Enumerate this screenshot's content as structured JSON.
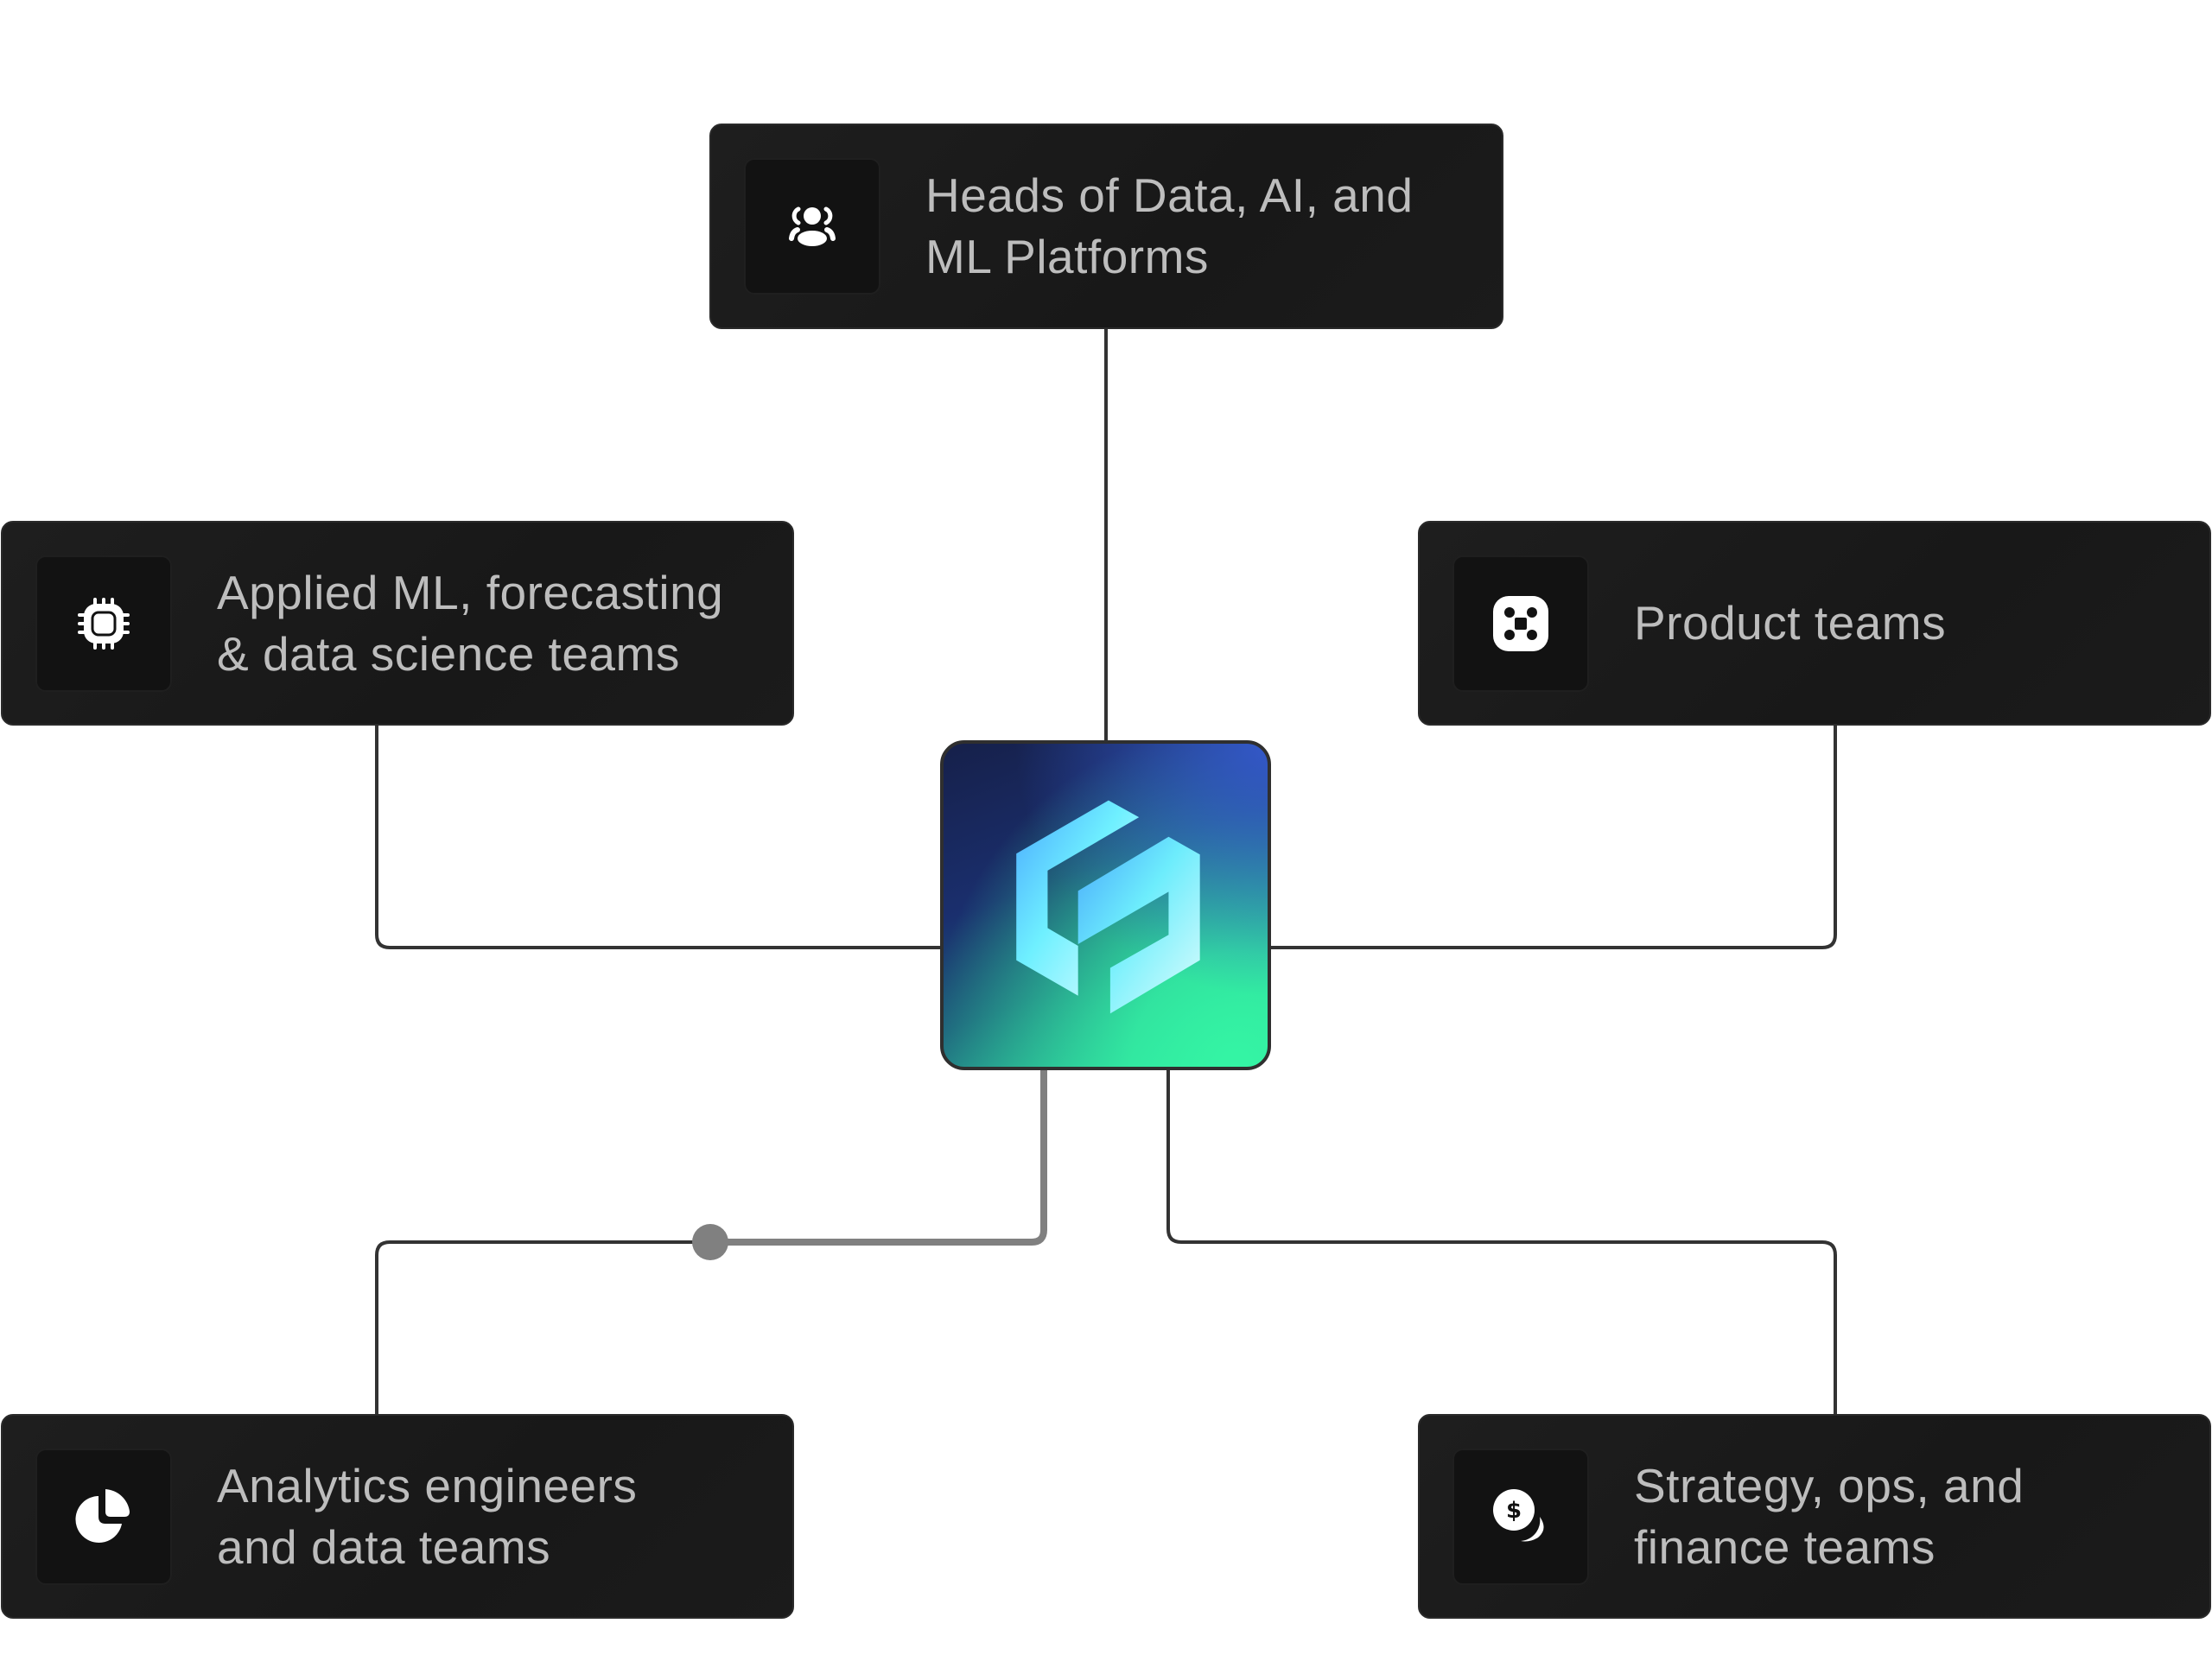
{
  "diagram": {
    "hub": {
      "name": "Platform logo",
      "colors": {
        "top_right": "#3358c8",
        "top_left": "#16204a",
        "bottom_right": "#34f5a4",
        "mark_light": "#d8fbff",
        "mark_mid": "#6ff0ff",
        "mark_blue": "#4aa8ff"
      }
    },
    "nodes": [
      {
        "id": "top",
        "label": "Heads of Data, AI, and\nML Platforms",
        "icon": "users-group-icon"
      },
      {
        "id": "left",
        "label": "Applied ML, forecasting\n& data science teams",
        "icon": "cpu-chip-icon"
      },
      {
        "id": "right",
        "label": "Product teams",
        "icon": "dice-grid-icon"
      },
      {
        "id": "bottom-left",
        "label": "Analytics engineers\nand data teams",
        "icon": "pie-chart-icon"
      },
      {
        "id": "bottom-right",
        "label": "Strategy, ops, and\nfinance teams",
        "icon": "coins-dollar-icon"
      }
    ],
    "connectors": [
      {
        "from": "hub",
        "to": "top",
        "highlighted": false
      },
      {
        "from": "hub",
        "to": "left",
        "highlighted": false
      },
      {
        "from": "hub",
        "to": "right",
        "highlighted": false
      },
      {
        "from": "hub",
        "to": "bottom-left",
        "highlighted": true
      },
      {
        "from": "hub",
        "to": "bottom-right",
        "highlighted": false
      }
    ],
    "colors": {
      "node_bg": "#1a1a1a",
      "icon_bg": "#121212",
      "label_text": "#bdbdbd",
      "connector": "#333333",
      "connector_highlight": "#808080",
      "background": "#ffffff"
    }
  }
}
